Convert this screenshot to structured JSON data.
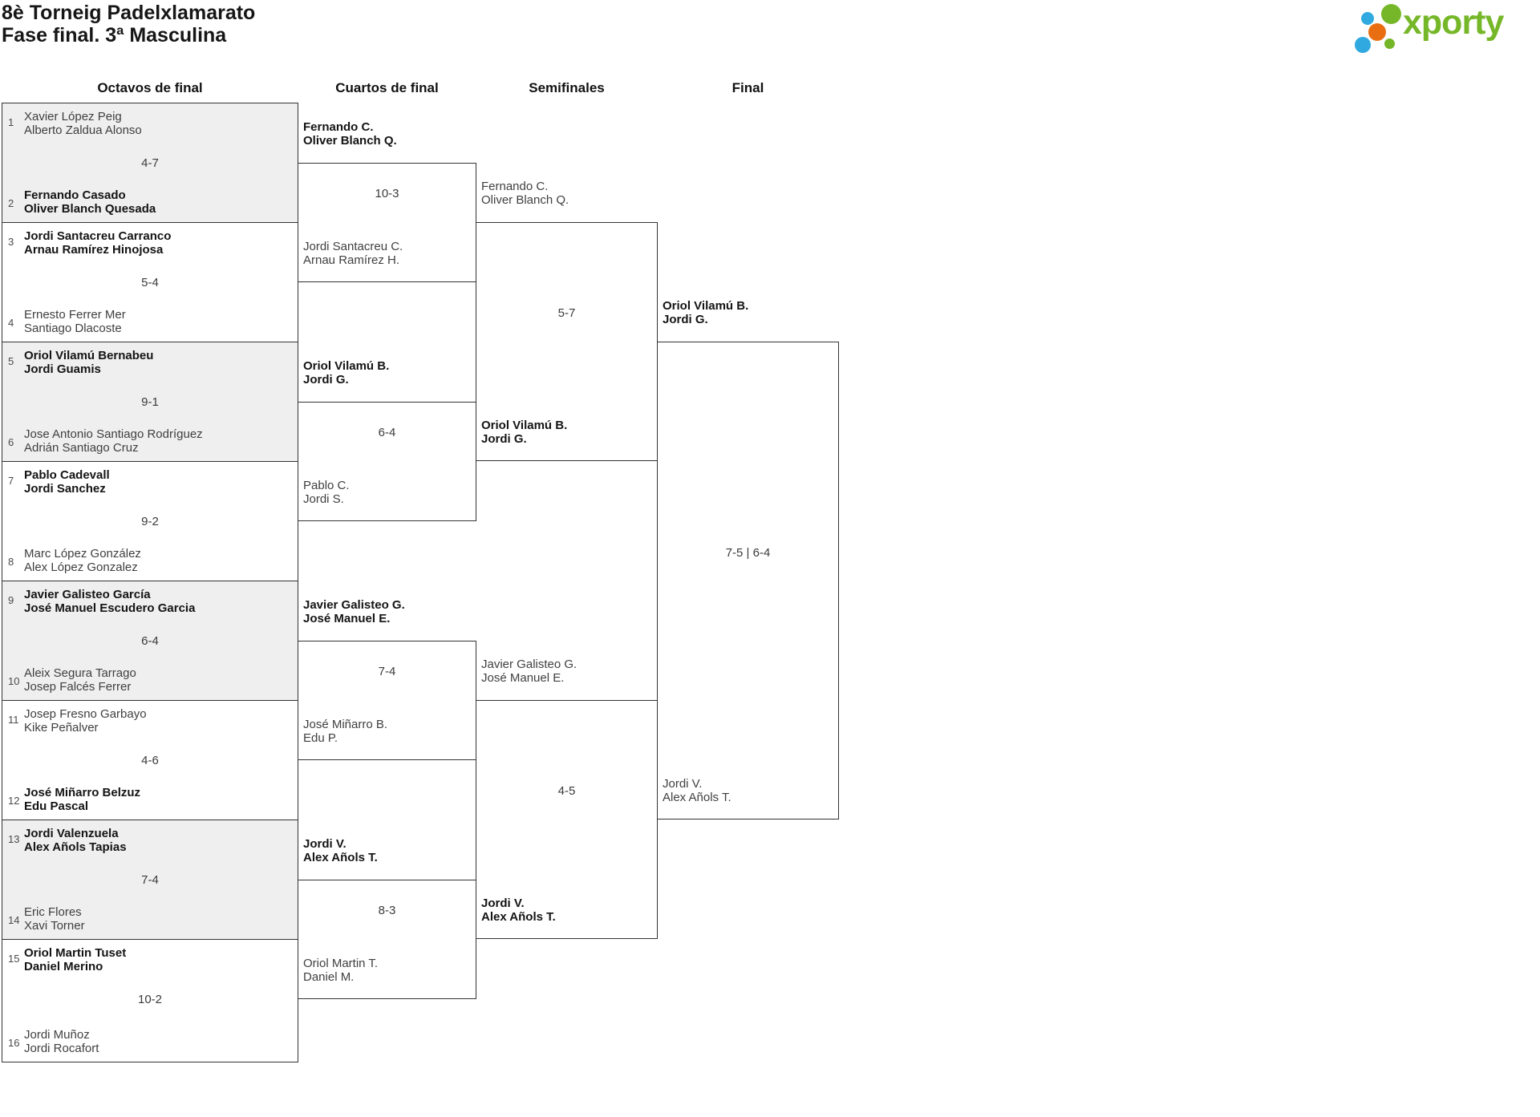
{
  "page": {
    "background": "#ffffff",
    "line_color": "#333333",
    "band_gray": "#efefef"
  },
  "header": {
    "title_line1": "8è Torneig Padelxlamarato",
    "title_line2": "Fase final. 3ª Masculina"
  },
  "logo": {
    "text": "xporty",
    "green": "#76b729",
    "blue": "#2fa9e0",
    "orange": "#e96e12"
  },
  "round_headers": [
    "Octavos de final",
    "Cuartos de final",
    "Semifinales",
    "Final"
  ],
  "octavos": [
    {
      "seed1": "1",
      "team1": [
        "Xavier López Peig",
        "Alberto Zaldua Alonso"
      ],
      "team1_winner": false,
      "score": "4-7",
      "seed2": "2",
      "team2": [
        "Fernando Casado",
        "Oliver Blanch Quesada"
      ],
      "team2_winner": true
    },
    {
      "seed1": "3",
      "team1": [
        "Jordi Santacreu Carranco",
        "Arnau Ramírez Hinojosa"
      ],
      "team1_winner": true,
      "score": "5-4",
      "seed2": "4",
      "team2": [
        "Ernesto Ferrer Mer",
        "Santiago Dlacoste"
      ],
      "team2_winner": false
    },
    {
      "seed1": "5",
      "team1": [
        "Oriol Vilamú Bernabeu",
        "Jordi Guamis"
      ],
      "team1_winner": true,
      "score": "9-1",
      "seed2": "6",
      "team2": [
        "Jose Antonio Santiago Rodríguez",
        "Adrián Santiago Cruz"
      ],
      "team2_winner": false
    },
    {
      "seed1": "7",
      "team1": [
        "Pablo Cadevall",
        "Jordi Sanchez"
      ],
      "team1_winner": true,
      "score": "9-2",
      "seed2": "8",
      "team2": [
        "Marc López González",
        "Alex López Gonzalez"
      ],
      "team2_winner": false
    },
    {
      "seed1": "9",
      "team1": [
        "Javier Galisteo García",
        "José Manuel Escudero Garcia"
      ],
      "team1_winner": true,
      "score": "6-4",
      "seed2": "10",
      "team2": [
        "Aleix Segura Tarrago",
        "Josep Falcés Ferrer"
      ],
      "team2_winner": false
    },
    {
      "seed1": "11",
      "team1": [
        "Josep Fresno Garbayo",
        "Kike Peñalver"
      ],
      "team1_winner": false,
      "score": "4-6",
      "seed2": "12",
      "team2": [
        "José Miñarro Belzuz",
        "Edu Pascal"
      ],
      "team2_winner": true
    },
    {
      "seed1": "13",
      "team1": [
        "Jordi Valenzuela",
        "Alex Añols Tapias"
      ],
      "team1_winner": true,
      "score": "7-4",
      "seed2": "14",
      "team2": [
        "Eric Flores",
        "Xavi Torner"
      ],
      "team2_winner": false
    },
    {
      "seed1": "15",
      "team1": [
        "Oriol Martin Tuset",
        "Daniel Merino"
      ],
      "team1_winner": true,
      "score": "10-2",
      "seed2": "16",
      "team2": [
        "Jordi Muñoz",
        "Jordi Rocafort"
      ],
      "team2_winner": false
    }
  ],
  "cuartos": [
    {
      "team1": [
        "Fernando C.",
        "Oliver Blanch Q."
      ],
      "team1_winner": true,
      "score": "10-3",
      "team2": [
        "Jordi Santacreu C.",
        "Arnau Ramírez H."
      ],
      "team2_winner": false
    },
    {
      "team1": [
        "Oriol Vilamú B.",
        "Jordi G."
      ],
      "team1_winner": true,
      "score": "6-4",
      "team2": [
        "Pablo C.",
        "Jordi S."
      ],
      "team2_winner": false
    },
    {
      "team1": [
        "Javier Galisteo G.",
        "José Manuel E."
      ],
      "team1_winner": true,
      "score": "7-4",
      "team2": [
        "José Miñarro B.",
        "Edu P."
      ],
      "team2_winner": false
    },
    {
      "team1": [
        "Jordi V.",
        "Alex Añols T."
      ],
      "team1_winner": true,
      "score": "8-3",
      "team2": [
        "Oriol Martin T.",
        "Daniel M."
      ],
      "team2_winner": false
    }
  ],
  "semifinales": [
    {
      "team1": [
        "Fernando C.",
        "Oliver Blanch Q."
      ],
      "team1_winner": false,
      "score": "5-7",
      "team2": [
        "Oriol Vilamú B.",
        "Jordi G."
      ],
      "team2_winner": true
    },
    {
      "team1": [
        "Javier Galisteo G.",
        "José Manuel E."
      ],
      "team1_winner": false,
      "score": "4-5",
      "team2": [
        "Jordi V.",
        "Alex Añols T."
      ],
      "team2_winner": true
    }
  ],
  "final": {
    "team1": [
      "Oriol Vilamú B.",
      "Jordi G."
    ],
    "team1_winner": true,
    "score": "7-5 | 6-4",
    "team2": [
      "Jordi V.",
      "Alex Añols T."
    ],
    "team2_winner": false
  }
}
